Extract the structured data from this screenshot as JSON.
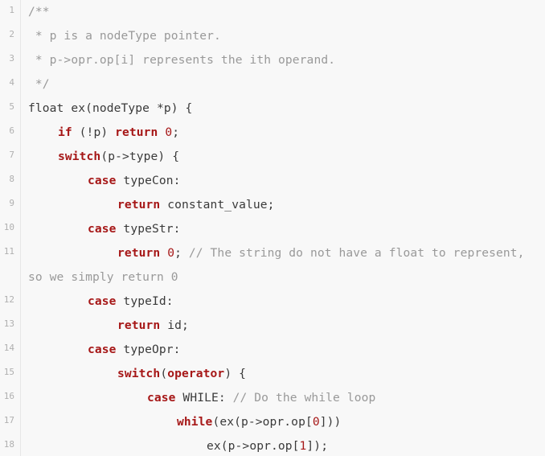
{
  "editor": {
    "lines": [
      {
        "num": "1",
        "parts": [
          {
            "cls": "cm",
            "t": "/**"
          }
        ],
        "indent": 0
      },
      {
        "num": "2",
        "parts": [
          {
            "cls": "cm",
            "t": " * p is a nodeType pointer."
          }
        ],
        "indent": 0
      },
      {
        "num": "3",
        "parts": [
          {
            "cls": "cm",
            "t": " * p->opr.op[i] represents the ith operand."
          }
        ],
        "indent": 0
      },
      {
        "num": "4",
        "parts": [
          {
            "cls": "cm",
            "t": " */"
          }
        ],
        "indent": 0
      },
      {
        "num": "5",
        "parts": [
          {
            "cls": "tx",
            "t": "float ex(nodeType *p) {"
          }
        ],
        "indent": 0
      },
      {
        "num": "6",
        "parts": [
          {
            "cls": "kw",
            "t": "if"
          },
          {
            "cls": "tx",
            "t": " (!p) "
          },
          {
            "cls": "kw",
            "t": "return"
          },
          {
            "cls": "tx",
            "t": " "
          },
          {
            "cls": "nm",
            "t": "0"
          },
          {
            "cls": "tx",
            "t": ";"
          }
        ],
        "indent": 1
      },
      {
        "num": "7",
        "parts": [
          {
            "cls": "kw",
            "t": "switch"
          },
          {
            "cls": "tx",
            "t": "(p->type) {"
          }
        ],
        "indent": 1
      },
      {
        "num": "8",
        "parts": [
          {
            "cls": "kw",
            "t": "case"
          },
          {
            "cls": "tx",
            "t": " typeCon:"
          }
        ],
        "indent": 2
      },
      {
        "num": "9",
        "parts": [
          {
            "cls": "kw",
            "t": "return"
          },
          {
            "cls": "tx",
            "t": " constant_value;"
          }
        ],
        "indent": 3
      },
      {
        "num": "10",
        "parts": [
          {
            "cls": "kw",
            "t": "case"
          },
          {
            "cls": "tx",
            "t": " typeStr:"
          }
        ],
        "indent": 2
      },
      {
        "num": "11",
        "parts": [
          {
            "cls": "kw",
            "t": "return"
          },
          {
            "cls": "tx",
            "t": " "
          },
          {
            "cls": "nm",
            "t": "0"
          },
          {
            "cls": "tx",
            "t": "; "
          },
          {
            "cls": "cm",
            "t": "// The string do not have a float to represent,"
          }
        ],
        "indent": 3
      },
      {
        "num": "",
        "parts": [
          {
            "cls": "cm",
            "t": "so we simply return 0"
          }
        ],
        "indent": 0
      },
      {
        "num": "12",
        "parts": [
          {
            "cls": "kw",
            "t": "case"
          },
          {
            "cls": "tx",
            "t": " typeId:"
          }
        ],
        "indent": 2
      },
      {
        "num": "13",
        "parts": [
          {
            "cls": "kw",
            "t": "return"
          },
          {
            "cls": "tx",
            "t": " id;"
          }
        ],
        "indent": 3
      },
      {
        "num": "14",
        "parts": [
          {
            "cls": "kw",
            "t": "case"
          },
          {
            "cls": "tx",
            "t": " typeOpr:"
          }
        ],
        "indent": 2
      },
      {
        "num": "15",
        "parts": [
          {
            "cls": "kw",
            "t": "switch"
          },
          {
            "cls": "tx",
            "t": "("
          },
          {
            "cls": "kw",
            "t": "operator"
          },
          {
            "cls": "tx",
            "t": ") {"
          }
        ],
        "indent": 3
      },
      {
        "num": "16",
        "parts": [
          {
            "cls": "kw",
            "t": "case"
          },
          {
            "cls": "tx",
            "t": " WHILE: "
          },
          {
            "cls": "cm",
            "t": "// Do the while loop"
          }
        ],
        "indent": 4
      },
      {
        "num": "17",
        "parts": [
          {
            "cls": "kw",
            "t": "while"
          },
          {
            "cls": "tx",
            "t": "(ex(p->opr.op["
          },
          {
            "cls": "nm",
            "t": "0"
          },
          {
            "cls": "tx",
            "t": "]))"
          }
        ],
        "indent": 5
      },
      {
        "num": "18",
        "parts": [
          {
            "cls": "tx",
            "t": "ex(p->opr.op["
          },
          {
            "cls": "nm",
            "t": "1"
          },
          {
            "cls": "tx",
            "t": "]);"
          }
        ],
        "indent": 6
      }
    ]
  },
  "colors": {
    "background": "#f8f8f8",
    "keyword": "#a61717",
    "comment": "#999999",
    "text": "#3a3a3a",
    "line_number": "#b0b0b0"
  }
}
